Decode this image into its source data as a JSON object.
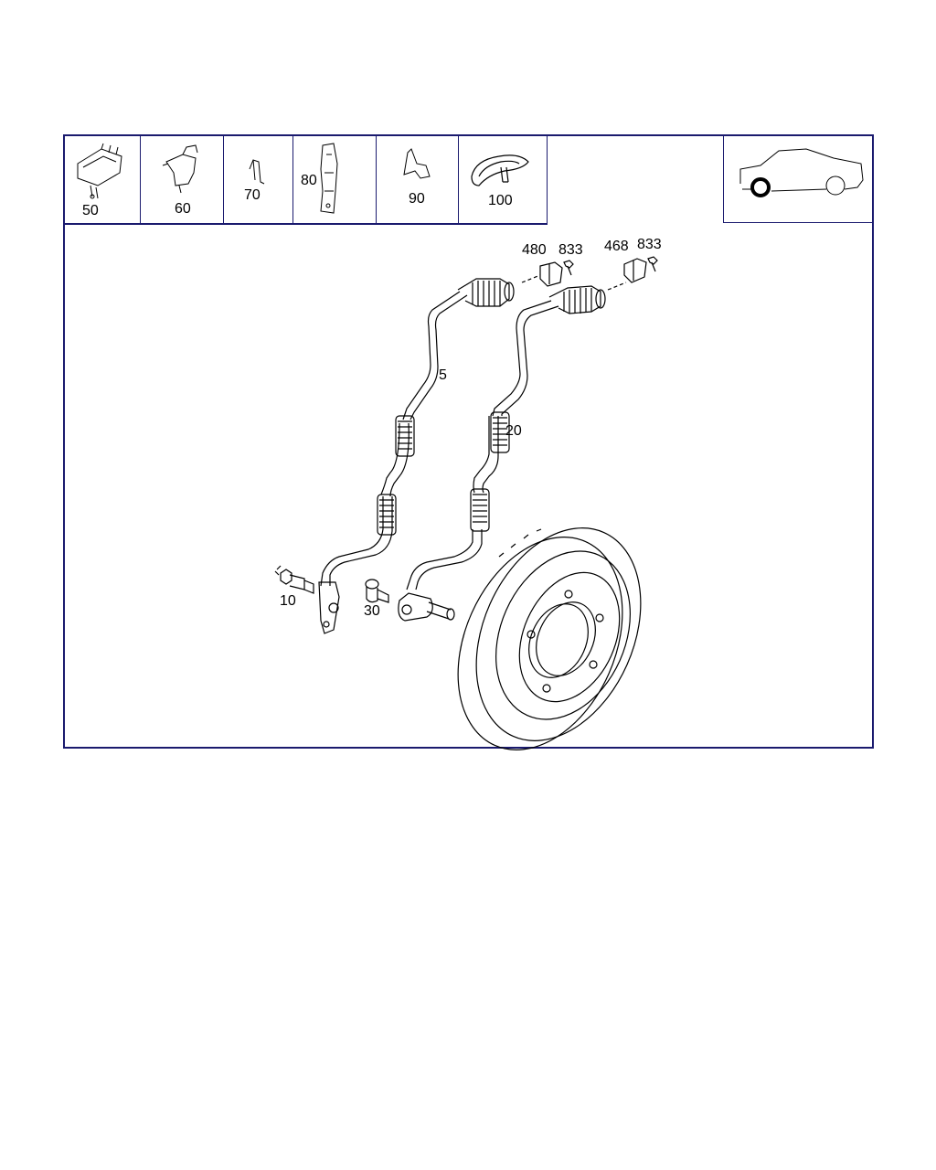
{
  "thumbnails": [
    {
      "id": "50",
      "label": "50"
    },
    {
      "id": "60",
      "label": "60"
    },
    {
      "id": "70",
      "label": "70"
    },
    {
      "id": "80",
      "label": "80"
    },
    {
      "id": "90",
      "label": "90"
    },
    {
      "id": "100",
      "label": "100"
    }
  ],
  "callouts": {
    "c480": "480",
    "c833a": "833",
    "c468": "468",
    "c833b": "833",
    "c5": "5",
    "c20": "20",
    "c10": "10",
    "c30": "30"
  },
  "colors": {
    "frame": "#1a1a6e",
    "line": "#000000"
  }
}
